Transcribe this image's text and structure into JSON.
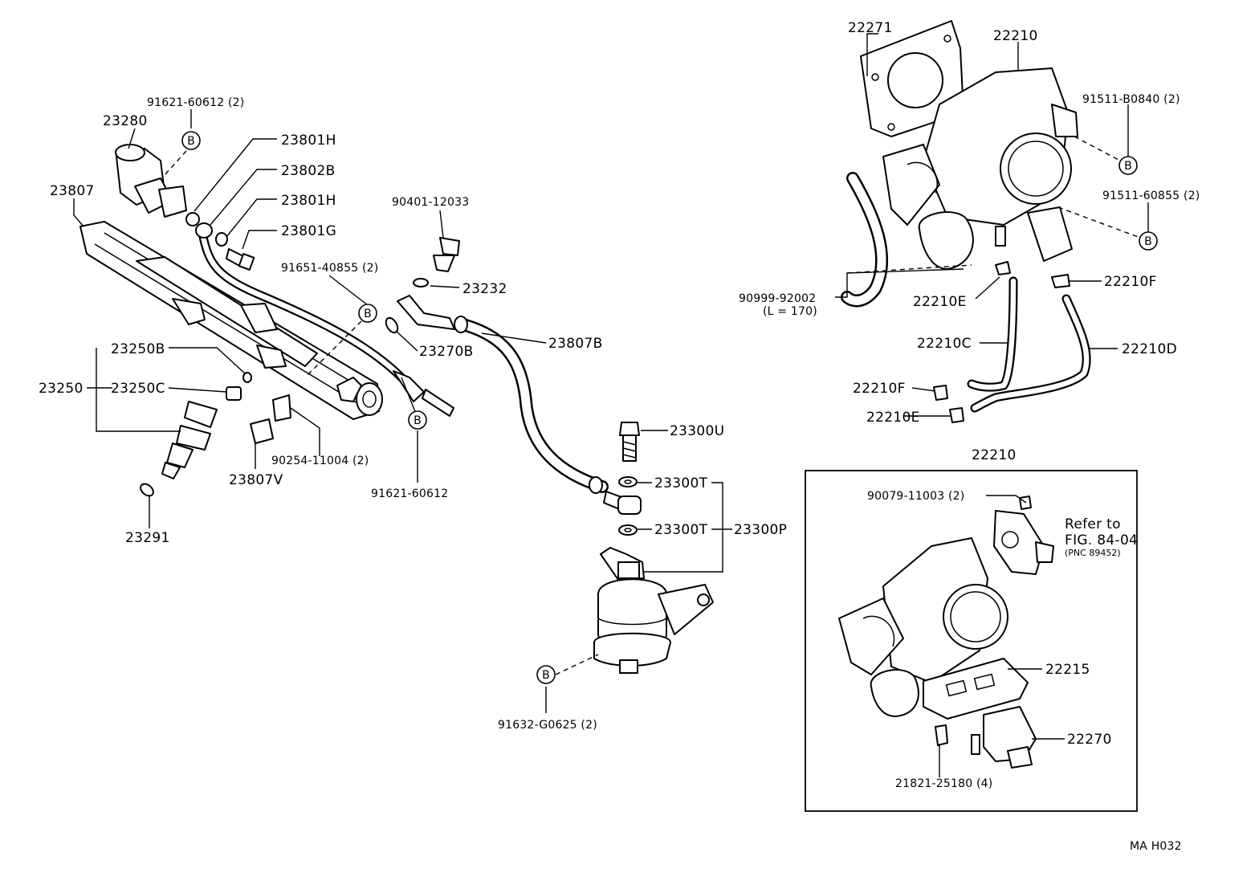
{
  "parts": {
    "p22271": "22271",
    "p22210_top": "22210",
    "p91511_B0840": "91511-B0840 (2)",
    "p91511_60855": "91511-60855 (2)",
    "p90999_92002": "90999-92002",
    "p90999_len": "(L = 170)",
    "p22210E_a": "22210E",
    "p22210F_a": "22210F",
    "p22210C": "22210C",
    "p22210D": "22210D",
    "p22210F_b": "22210F",
    "p22210E_b": "22210E",
    "p91621_60612_2": "91621-60612 (2)",
    "p23280": "23280",
    "p23801H_a": "23801H",
    "p23802B": "23802B",
    "p23801H_b": "23801H",
    "p23801G": "23801G",
    "p23807": "23807",
    "p90401_12033": "90401-12033",
    "p91651_40855": "91651-40855 (2)",
    "p23232": "23232",
    "p23270B": "23270B",
    "p23807B": "23807B",
    "p23250B": "23250B",
    "p23250": "23250",
    "p23250C": "23250C",
    "p90254_11004": "90254-11004 (2)",
    "p23807V": "23807V",
    "p91621_60612": "91621-60612",
    "p23291": "23291",
    "p23300U": "23300U",
    "p23300T_a": "23300T",
    "p23300T_b": "23300T",
    "p23300P": "23300P",
    "p91632_G0625": "91632-G0625 (2)",
    "p22210_box": "22210",
    "p90079_11003": "90079-11003 (2)",
    "p22215": "22215",
    "p22270": "22270",
    "p21821_25180": "21821-25180 (4)"
  },
  "refer": {
    "line1": "Refer to",
    "line2": "FIG. 84-04",
    "line3": "(PNC 89452)"
  },
  "bolt_marker": "B",
  "figure_code": "MA H032"
}
